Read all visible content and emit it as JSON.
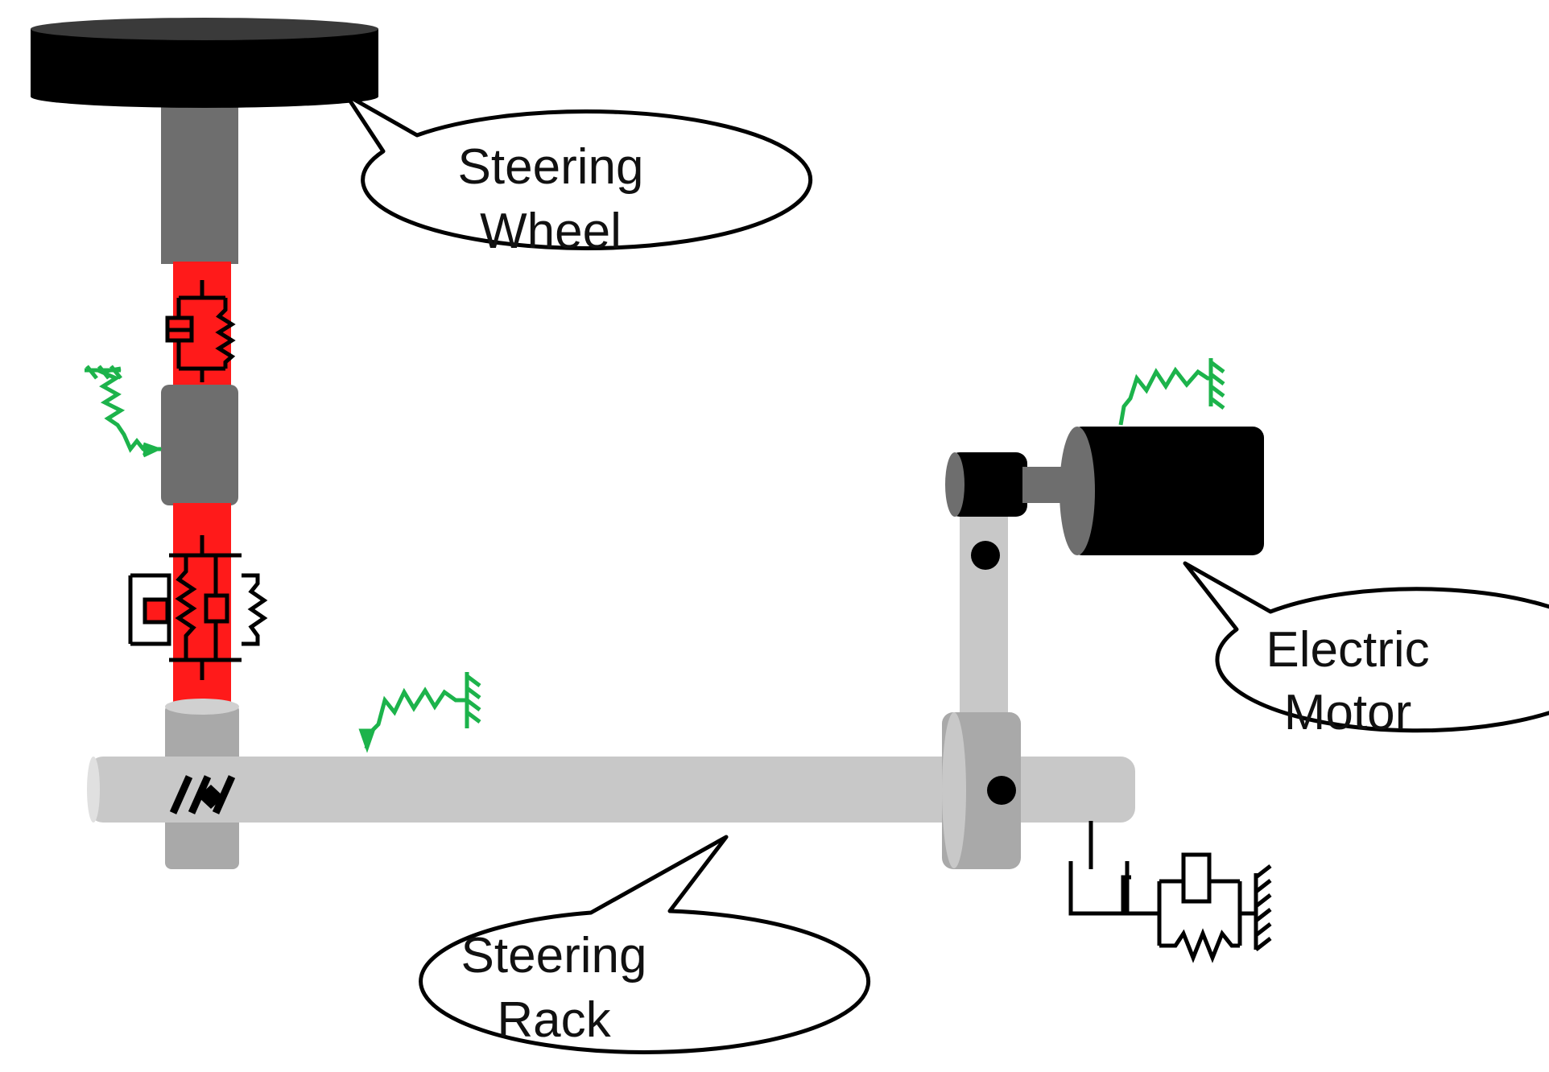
{
  "labels": {
    "steering_wheel": [
      "Steering",
      "Wheel"
    ],
    "electric_motor": [
      "Electric",
      "Motor"
    ],
    "steering_rack": [
      "Steering",
      "Rack"
    ]
  },
  "colors": {
    "wheel": "#000000",
    "column": "#6e6e6e",
    "torsion_section": "#ff1a1a",
    "rack": "#c8c8c8",
    "pinion": "#a9a9a9",
    "motor": "#000000",
    "friction_element": "#1cb34b",
    "damper_element": "#000000"
  },
  "icons": [
    "spring-damper-icon",
    "friction-spring-icon",
    "ground-hatch-icon",
    "pivot-joint-icon"
  ]
}
